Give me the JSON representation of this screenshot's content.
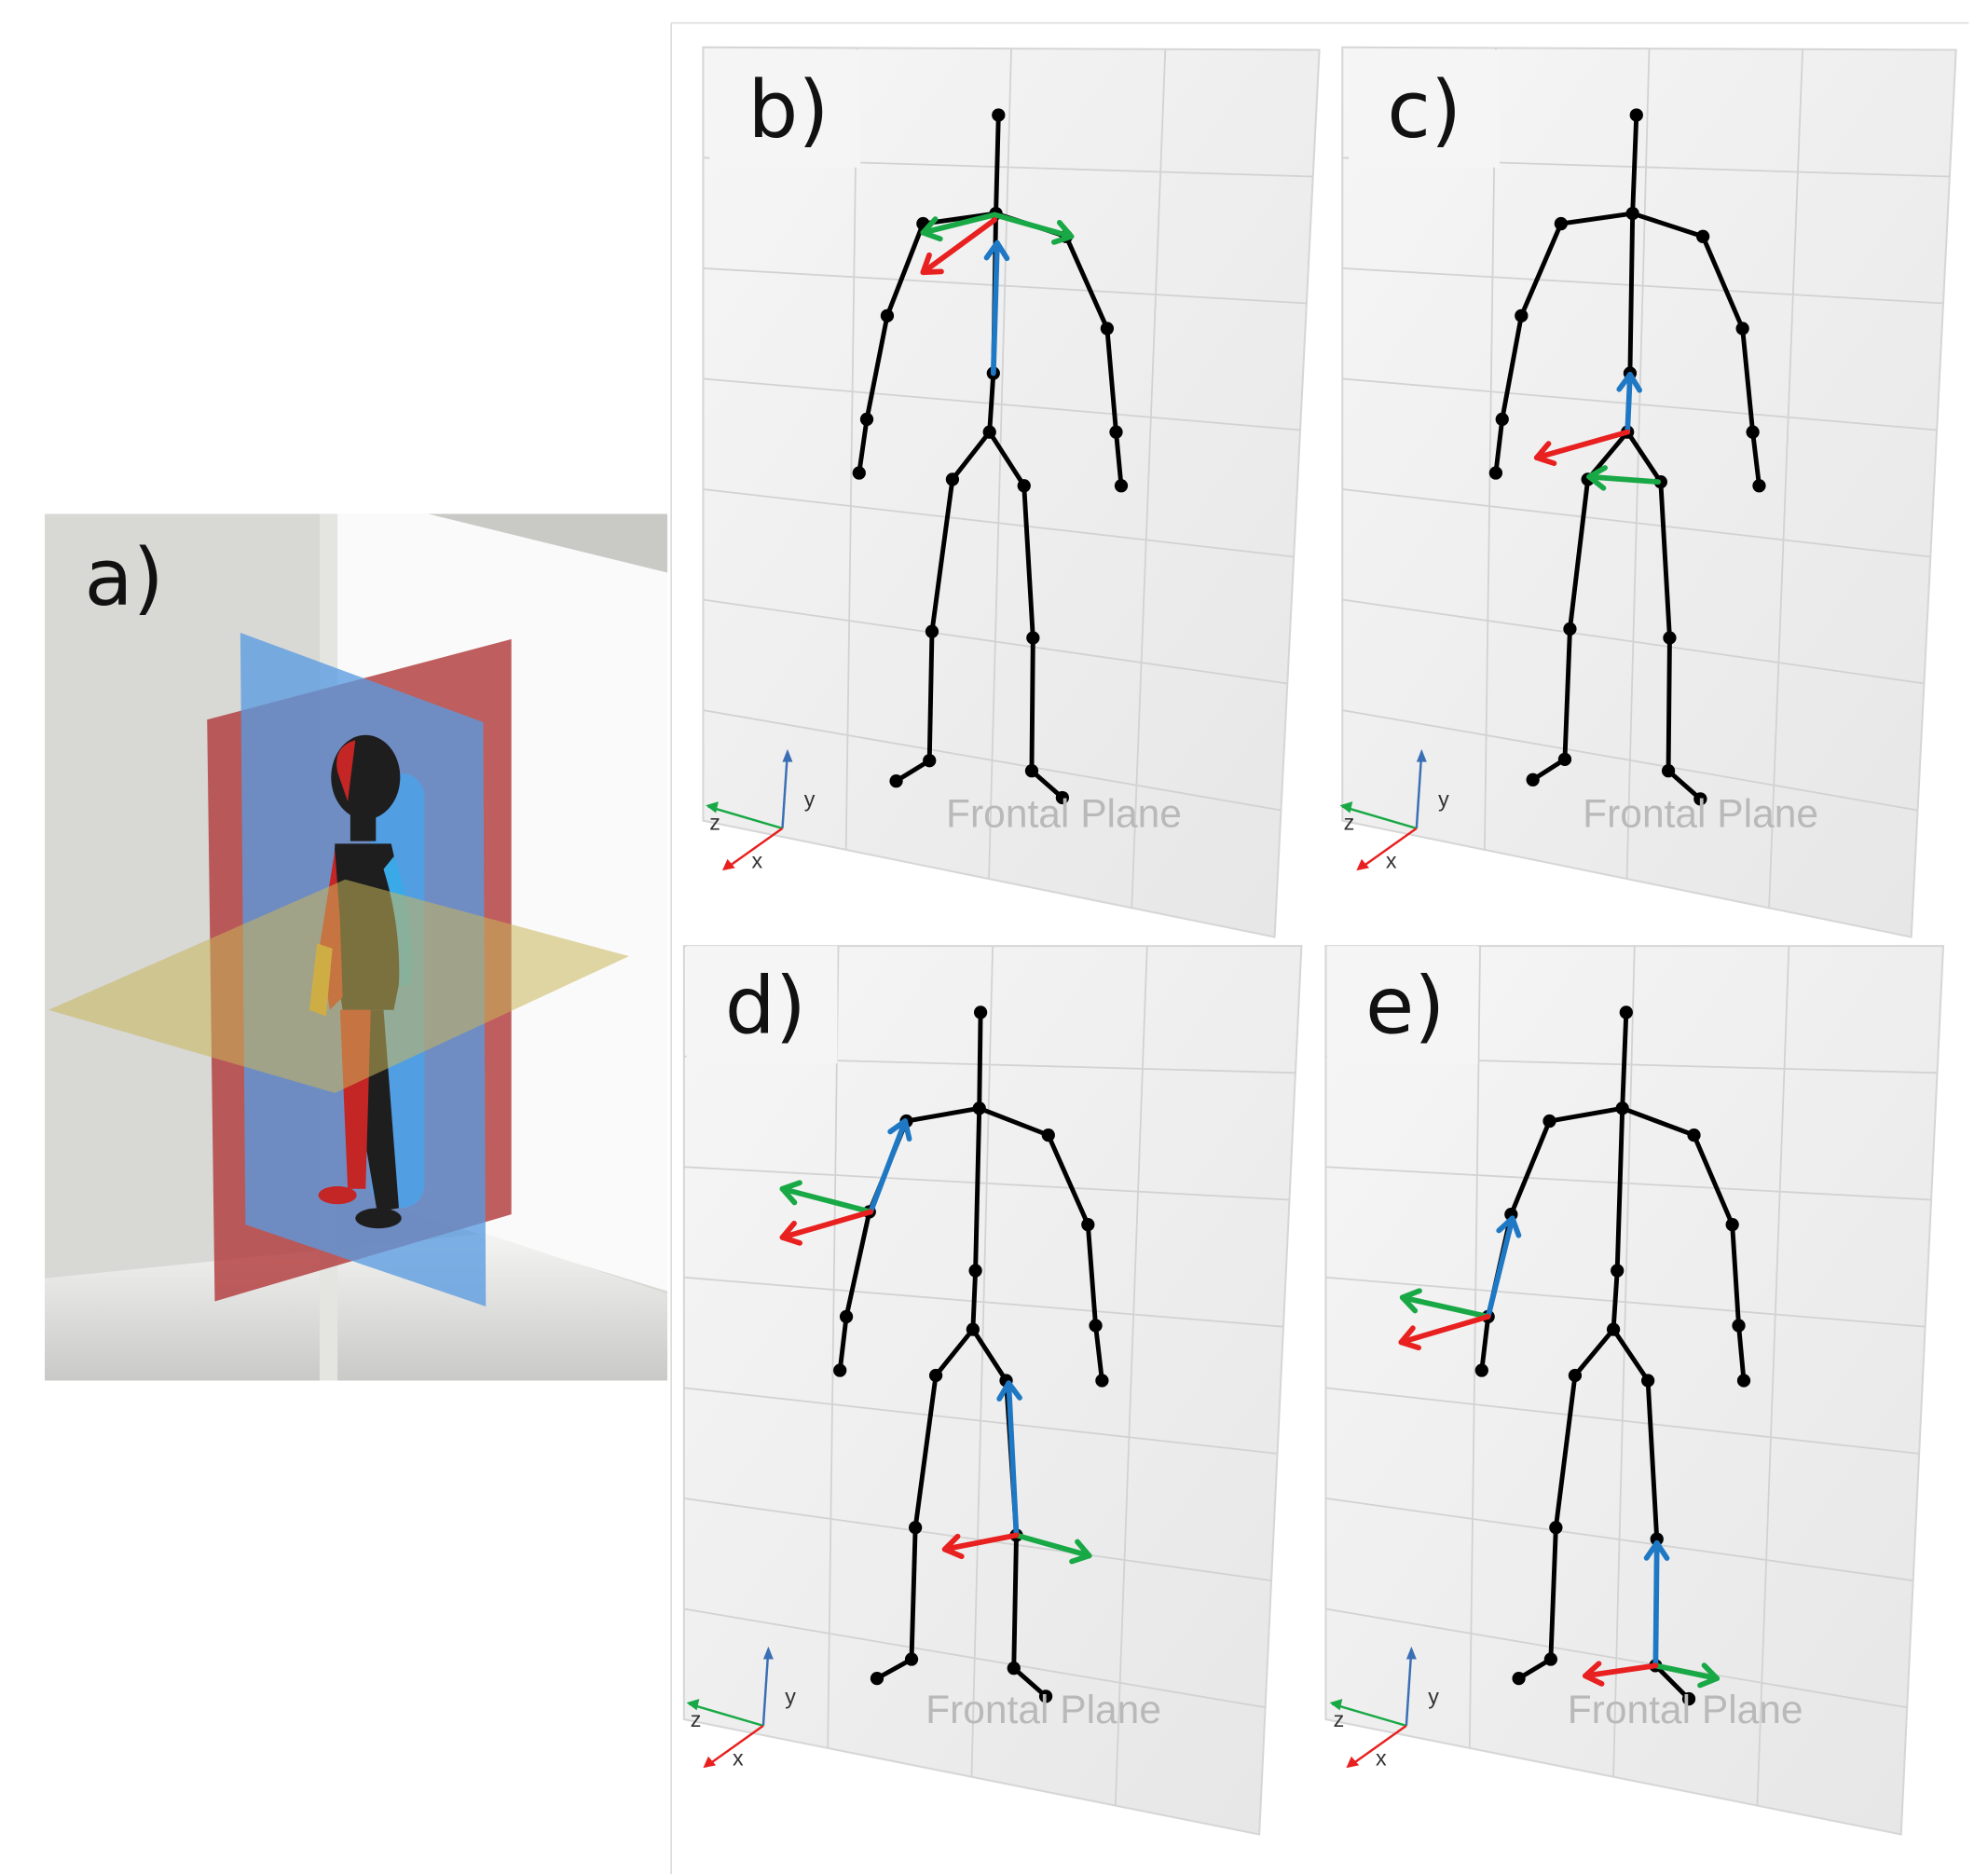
{
  "figure": {
    "divider_color": "#dcdcdc",
    "panel_a": {
      "label": "a)",
      "colors": {
        "sagittal_plane": "#b23c3c",
        "frontal_plane": "#5a9be0",
        "transverse_plane": "#c8b65a",
        "figure": "#1e1e1e",
        "figure_back": "#3aa9e8",
        "figure_side": "#c42525",
        "figure_accent": "#d6a52a",
        "room_wall": "#d6d6d2"
      }
    },
    "skeleton_panels": [
      {
        "id": "b",
        "label": "b)",
        "plane_label": "Frontal Plane",
        "axis_labels": {
          "x": "x",
          "y": "y",
          "z": "z"
        },
        "frame": "neck"
      },
      {
        "id": "c",
        "label": "c)",
        "plane_label": "Frontal Plane",
        "axis_labels": {
          "x": "x",
          "y": "y",
          "z": "z"
        },
        "frame": "pelvis"
      },
      {
        "id": "d",
        "label": "d)",
        "plane_label": "Frontal Plane",
        "axis_labels": {
          "x": "x",
          "y": "y",
          "z": "z"
        },
        "frame": "right upper arm and left thigh"
      },
      {
        "id": "e",
        "label": "e)",
        "plane_label": "Frontal Plane",
        "axis_labels": {
          "x": "x",
          "y": "y",
          "z": "z"
        },
        "frame": "right forearm and left shank"
      }
    ],
    "colors": {
      "x_axis": "#e8201f",
      "y_axis": "#1f78c4",
      "z_axis": "#19a846",
      "skeleton": "#000000",
      "grid": "#d2d2d2",
      "panel_fill": "#efefef"
    }
  }
}
